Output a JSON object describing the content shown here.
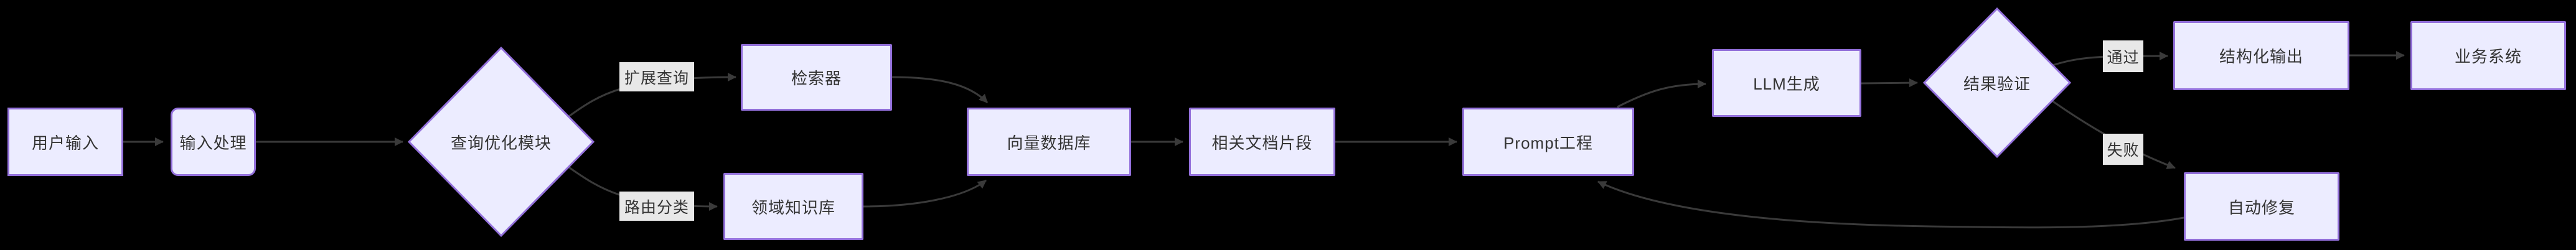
{
  "diagram": {
    "type": "flowchart",
    "direction": "left-to-right",
    "background": "#000000"
  },
  "colors": {
    "background": "#000000",
    "node_fill": "#ECECFF",
    "node_border": "#9370DB",
    "node_text": "#333333",
    "edge": "#3a3a3a",
    "label_bg": "#e8e8e8",
    "label_text": "#333333"
  },
  "nodes": [
    {
      "id": "user-input",
      "label": "用户输入",
      "shape": "rect"
    },
    {
      "id": "input-processing",
      "label": "输入处理",
      "shape": "rounded"
    },
    {
      "id": "query-optimization",
      "label": "查询优化模块",
      "shape": "diamond"
    },
    {
      "id": "retriever",
      "label": "检索器",
      "shape": "rect"
    },
    {
      "id": "domain-knowledge-base",
      "label": "领域知识库",
      "shape": "rect"
    },
    {
      "id": "vector-db",
      "label": "向量数据库",
      "shape": "rect"
    },
    {
      "id": "doc-fragments",
      "label": "相关文档片段",
      "shape": "rect"
    },
    {
      "id": "prompt-engineering",
      "label": "Prompt工程",
      "shape": "rect"
    },
    {
      "id": "llm-generation",
      "label": "LLM生成",
      "shape": "rect"
    },
    {
      "id": "result-validation",
      "label": "结果验证",
      "shape": "diamond"
    },
    {
      "id": "structured-output",
      "label": "结构化输出",
      "shape": "rect"
    },
    {
      "id": "auto-repair",
      "label": "自动修复",
      "shape": "rect"
    },
    {
      "id": "business-system",
      "label": "业务系统",
      "shape": "rect"
    }
  ],
  "edge_labels": [
    {
      "text": "扩展查询"
    },
    {
      "text": "路由分类"
    },
    {
      "text": "通过"
    },
    {
      "text": "失败"
    }
  ],
  "edges": [
    {
      "from": "用户输入",
      "to": "输入处理"
    },
    {
      "from": "输入处理",
      "to": "查询优化模块"
    },
    {
      "from": "查询优化模块",
      "to": "检索器",
      "label": "扩展查询"
    },
    {
      "from": "查询优化模块",
      "to": "领域知识库",
      "label": "路由分类"
    },
    {
      "from": "检索器",
      "to": "向量数据库"
    },
    {
      "from": "领域知识库",
      "to": "向量数据库"
    },
    {
      "from": "向量数据库",
      "to": "相关文档片段"
    },
    {
      "from": "相关文档片段",
      "to": "Prompt工程"
    },
    {
      "from": "Prompt工程",
      "to": "LLM生成"
    },
    {
      "from": "LLM生成",
      "to": "结果验证"
    },
    {
      "from": "结果验证",
      "to": "结构化输出",
      "label": "通过"
    },
    {
      "from": "结果验证",
      "to": "自动修复",
      "label": "失败"
    },
    {
      "from": "结构化输出",
      "to": "业务系统"
    },
    {
      "from": "自动修复",
      "to": "Prompt工程"
    }
  ]
}
